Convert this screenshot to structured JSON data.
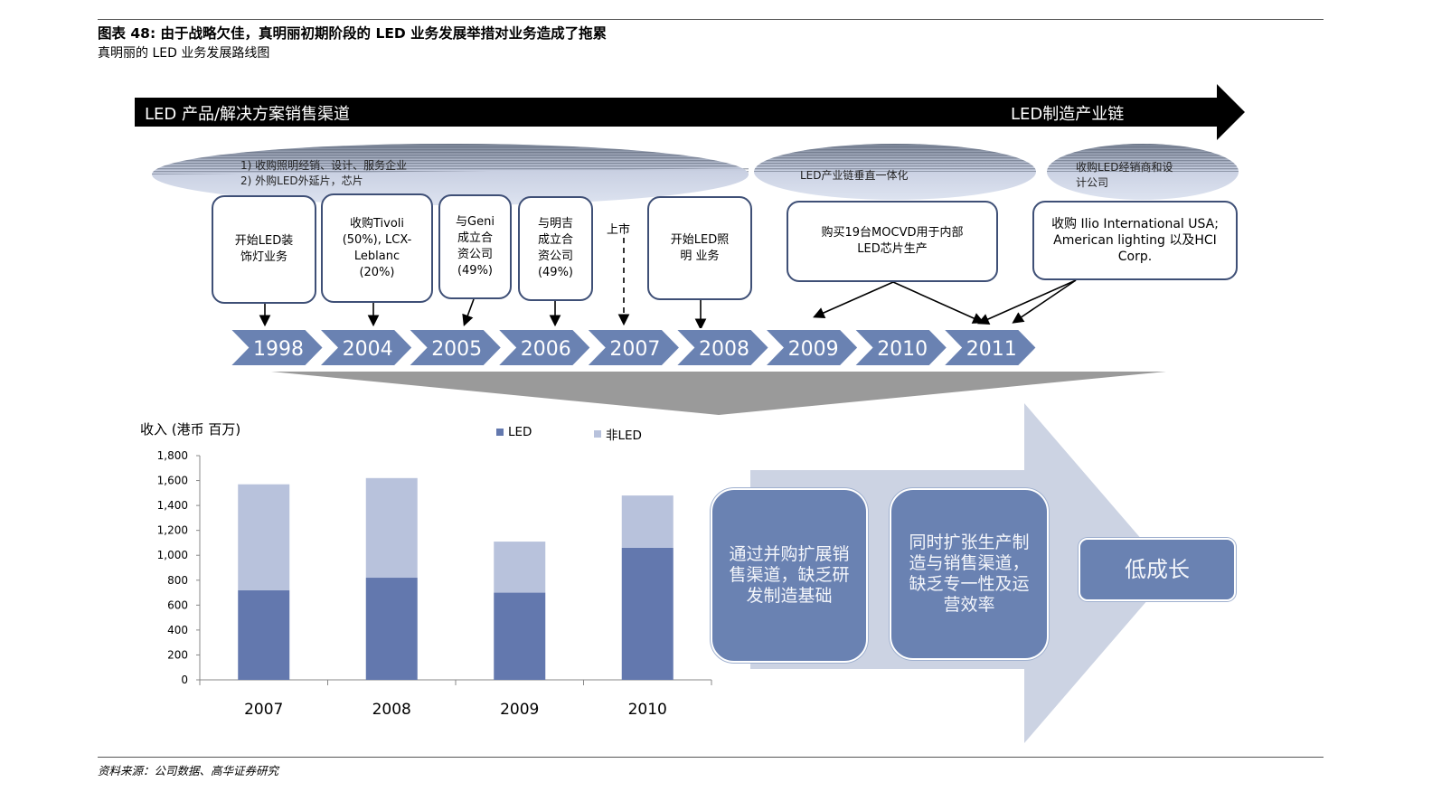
{
  "figure": {
    "title": "图表 48: 由于战略欠佳，真明丽初期阶段的 LED 业务发展举措对业务造成了拖累",
    "subtitle": "真明丽的 LED 业务发展路线图",
    "source": "资料来源：公司数据、高华证券研究"
  },
  "arrow": {
    "left_label": "LED 产品/解决方案销售渠道",
    "right_label": "LED制造产业链"
  },
  "bands": [
    {
      "lines": [
        "1) 收购照明经销、设计、服务企业",
        "2) 外购LED外延片，芯片"
      ]
    },
    {
      "lines": [
        "LED产业链垂直一体化"
      ]
    },
    {
      "lines": [
        "收购LED经销商和设",
        "计公司"
      ]
    }
  ],
  "events": [
    {
      "text": "开始LED装\n饰灯业务"
    },
    {
      "text": "收购Tivoli\n(50%), LCX-\nLeblanc\n(20%)"
    },
    {
      "text": "与Geni\n成立合\n资公司\n(49%)"
    },
    {
      "text": "与明吉\n成立合\n资公司\n(49%)"
    },
    {
      "text": "上市"
    },
    {
      "text": "开始LED照\n明 业务"
    },
    {
      "text": "购买19台MOCVD用于内部\nLED芯片生产"
    },
    {
      "text": "收购 Ilio International USA;\nAmerican lighting 以及HCI\nCorp."
    }
  ],
  "timeline": [
    "1998",
    "2004",
    "2005",
    "2006",
    "2007",
    "2008",
    "2009",
    "2010",
    "2011"
  ],
  "process": {
    "step1": "通过并购扩展销\n售渠道，缺乏研\n发制造基础",
    "step2": "同时扩张生产制\n造与销售渠道，\n缺乏专一性及运\n营效率",
    "result": "低成长"
  },
  "colors": {
    "led": "#6378ae",
    "non_led": "#b8c2dc",
    "chevron": "#6a82b2",
    "box_border": "#3e4f76"
  },
  "chart_data": {
    "type": "bar",
    "stacked": true,
    "title": "",
    "ylabel": "收入 (港币 百万)",
    "categories": [
      "2007",
      "2008",
      "2009",
      "2010"
    ],
    "series": [
      {
        "name": "LED",
        "values": [
          720,
          820,
          700,
          1060
        ]
      },
      {
        "name": "非LED",
        "values": [
          850,
          800,
          410,
          420
        ]
      }
    ],
    "ylim": [
      0,
      1800
    ],
    "yticks": [
      "0",
      "200",
      "400",
      "600",
      "800",
      "1,000",
      "1,200",
      "1,400",
      "1,600",
      "1,800"
    ],
    "legend_position": "top",
    "grid": false
  }
}
